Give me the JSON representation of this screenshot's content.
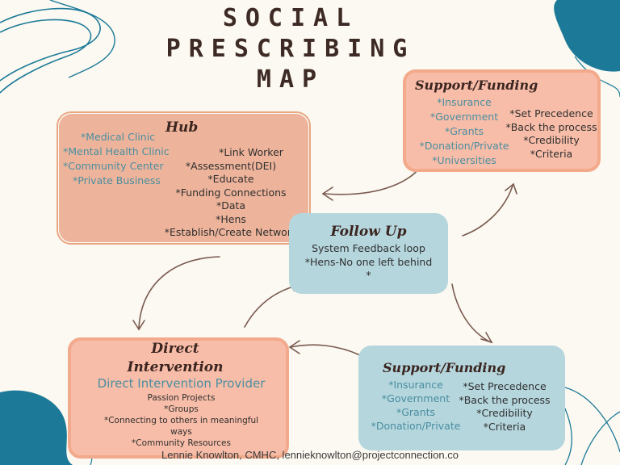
{
  "title": [
    "SOCIAL",
    "PRESCRIBING",
    "MAP"
  ],
  "hub": {
    "heading": "Hub",
    "left_items": [
      "*Medical Clinic",
      "*Mental Health Clinic",
      "*Community Center",
      "*Private Business"
    ],
    "right_items": [
      "*Link Worker",
      "*Assessment(DEI)",
      "*Educate",
      "*Funding Connections",
      "*Data",
      "*Hens",
      "*Establish/Create Network"
    ]
  },
  "support_top": {
    "heading": "Support/Funding",
    "left_items": [
      "*Insurance",
      "*Government",
      "*Grants",
      "*Donation/Private",
      "*Universities"
    ],
    "right_items": [
      "*Set Precedence",
      "*Back the process",
      "*Credibility",
      "*Criteria"
    ]
  },
  "follow_up": {
    "heading": "Follow Up",
    "items": [
      "System Feedback loop",
      "*Hens-No one left behind",
      "*"
    ]
  },
  "direct": {
    "heading": [
      "Direct",
      "Intervention"
    ],
    "provider": "Direct Intervention Provider",
    "items": [
      "Passion Projects",
      "*Groups",
      "*Connecting to others in meaningful",
      "ways",
      "*Community Resources"
    ]
  },
  "support_bottom": {
    "heading": "Support/Funding",
    "left_items": [
      "*Insurance",
      "*Government",
      "*Grants",
      "*Donation/Private"
    ],
    "right_items": [
      "*Set Precedence",
      "*Back the process",
      "*Credibility",
      "*Criteria"
    ]
  },
  "footer": "Lennie Knowlton, CMHC, lennieknowlton@projectconnection.co",
  "colors": {
    "background": "#fbf9f1",
    "hub_box": "#eeb49b",
    "support_top_box": "#f8bda8",
    "follow_up_box": "#b5d6dd",
    "direct_box": "#f8bda8",
    "support_bottom_box": "#b5d6dd",
    "corner_teal": "#1c7a98",
    "link_text": "#4a8ea0",
    "heading_text": "#3b2520",
    "arrow": "#7a5a50"
  }
}
